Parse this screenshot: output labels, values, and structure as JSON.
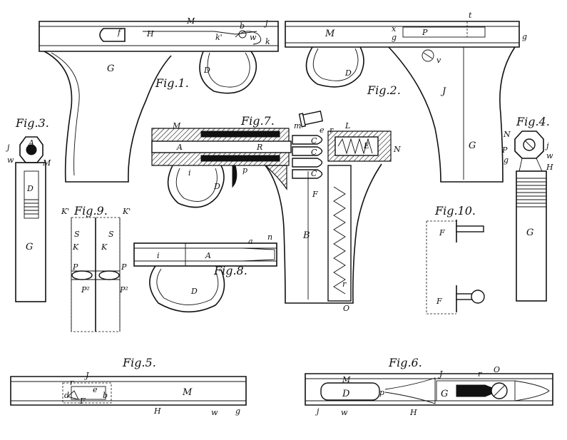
{
  "figures": {
    "fig1": "Fig.1.",
    "fig2": "Fig.2.",
    "fig3": "Fig.3.",
    "fig4": "Fig.4.",
    "fig5": "Fig.5.",
    "fig6": "Fig.6.",
    "fig7": "Fig.7.",
    "fig8": "Fig.8.",
    "fig9": "Fig.9.",
    "fig10": "Fig.10."
  },
  "labels": {
    "fig1": [
      "M",
      "f",
      "H",
      "b",
      "j",
      "k'",
      "w",
      "k",
      "G",
      "D"
    ],
    "fig2": [
      "t",
      "M",
      "x",
      "P",
      "g",
      "g",
      "v",
      "D",
      "J",
      "G"
    ],
    "fig3": [
      "A",
      "j",
      "w",
      "M",
      "D",
      "G"
    ],
    "fig4": [
      "N",
      "j",
      "P",
      "w",
      "g",
      "H",
      "G"
    ],
    "fig5": [
      "J",
      "r",
      "e",
      "d",
      "b",
      "F",
      "M",
      "H",
      "w",
      "g"
    ],
    "fig6": [
      "M",
      "J",
      "r",
      "O",
      "D",
      "p",
      "G",
      "j",
      "w",
      "H"
    ],
    "fig7": [
      "M",
      "m",
      "e",
      "r",
      "L",
      "A",
      "R",
      "C",
      "C",
      "E",
      "N",
      "i",
      "p",
      "D",
      "C",
      "F",
      "B",
      "r",
      "O"
    ],
    "fig8": [
      "i",
      "A",
      "a",
      "n",
      "D"
    ],
    "fig9": [
      "K'",
      "K'",
      "S",
      "S",
      "K",
      "K",
      "P",
      "P",
      "P²",
      "P²"
    ],
    "fig10": [
      "F",
      "F"
    ]
  }
}
